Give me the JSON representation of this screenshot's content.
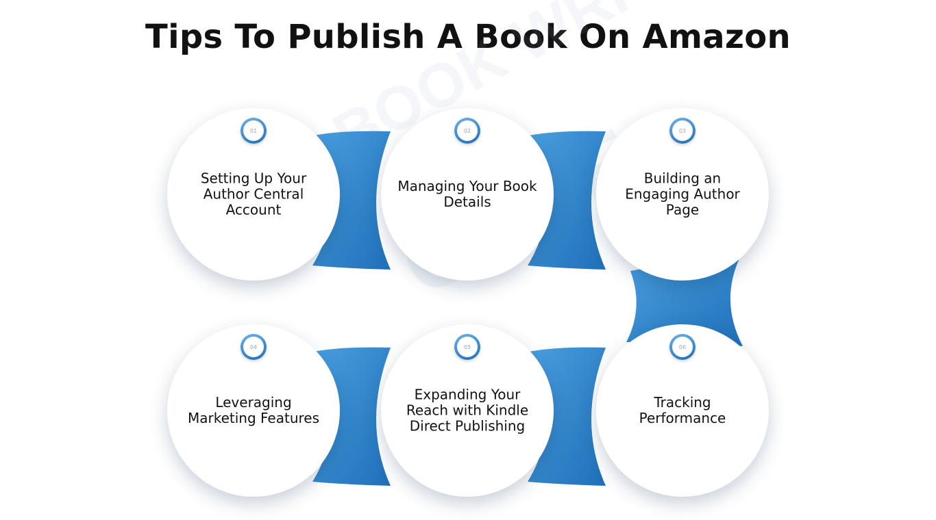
{
  "title": "Tips To Publish A Book On Amazon",
  "watermark": {
    "line1": "BOOK WRITING",
    "line2": "CUBE"
  },
  "colors": {
    "accent": "#2f86d0",
    "accent_dark": "#1f6fb8",
    "text": "#111111"
  },
  "steps": [
    {
      "number": "01",
      "label": "Setting Up Your Author Central Account"
    },
    {
      "number": "02",
      "label": "Managing Your Book Details"
    },
    {
      "number": "03",
      "label": "Building an Engaging Author Page"
    },
    {
      "number": "04",
      "label": "Leveraging Marketing Features"
    },
    {
      "number": "05",
      "label": "Expanding Your Reach with Kindle Direct Publishing"
    },
    {
      "number": "06",
      "label": "Tracking Performance"
    }
  ]
}
